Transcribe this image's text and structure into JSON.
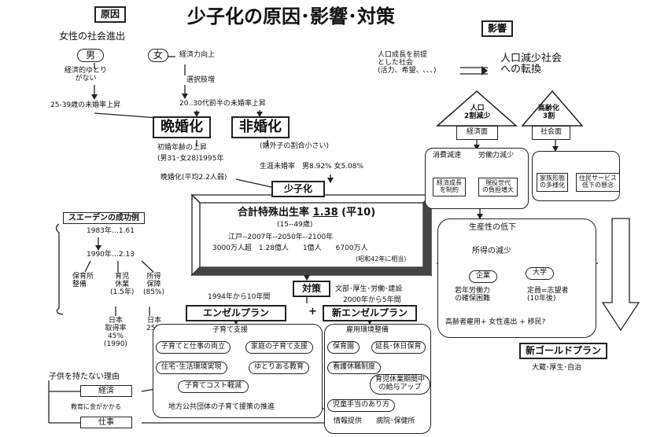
{
  "title": "少子化の原因･影響･対策",
  "labels": {
    "cause": "原因",
    "effect": "影響"
  },
  "cause": {
    "women_society": "女性の社会進出",
    "male": "男",
    "female": "女",
    "male_econ": "経済的ゆとり\nがない",
    "econ_up": "経済力向上",
    "choice": "選択肢増",
    "unmarried_2539": "25-39歳の未婚率上昇",
    "unmarried_2030": "20‥30代前半の未婚率上昇",
    "late_marriage": "晩婚化",
    "non_marriage": "非婚化",
    "first_marriage_age": "初婚年齢の上昇",
    "age_detail": "(男31･女28)1995年",
    "late_marriage_children": "晩婚化(平均2.2人弱)",
    "out_of_wedlock": "(婚外子の割合小さい)",
    "lifetime_unmarried": "生涯未婚率　男8.92%  女5.08%"
  },
  "center": {
    "shoushika": "少子化",
    "tfr_label": "合計特殊出生率",
    "tfr_value": "1.38",
    "tfr_year": "(平10)",
    "age_range": "(15-‐49歳)",
    "population_line": "江戸‐‐2007年‐‐2050年‐‐2100年",
    "population_values": "3000万人超　1.28億人　　1億人　　6700万人",
    "note": "(昭和42年に相当)"
  },
  "sweden": {
    "title": "スエーデンの成功例",
    "y1983": "1983年…1.61",
    "y1990": "1990年…2.13",
    "col1": "保育所\n整備",
    "col2": "育児\n休業\n(1.5年)",
    "col3": "所得\n保障\n(85%)",
    "japan": "日本\n取得率\n45%\n(1990)",
    "japan2": "日本\n25%"
  },
  "policy": {
    "label": "対策",
    "period1": "1994年から10年間",
    "ministries": "文部･厚生･労働･建設",
    "period2": "2000年から5年間",
    "angel": "エンゼルプラン",
    "plus": "+",
    "new_angel": "新エンゼルプラン",
    "left_items": [
      "子育て支援",
      "子育てと仕事の両立",
      "家庭の子育て支援",
      "住宅･生活環境実現",
      "ゆとりある教育",
      "子育てコスト軽減",
      "地方公共団体の子育て援策の推進"
    ],
    "right_items": [
      "雇用環境整備",
      "保育園",
      "延長･休日保育",
      "看護休職制度",
      "育児休業期間中\nの給与アップ",
      "児童手当のあり方",
      "情報提供　　病院･保健所"
    ]
  },
  "no_child": {
    "title": "子供を持たない理由",
    "economy": "経済",
    "education": "教育に金がかかる",
    "work": "仕事"
  },
  "effect": {
    "premise": "人口成長を前提\nとした社会\n(活力、希望、､､､)",
    "shift": "人口減少社会\nへの転換",
    "house1_title": "人口\n2割減少",
    "house1_sub": "経済面",
    "house2_title": "高齢化\n3割",
    "house2_sub": "社会面",
    "consumption": "消費減速",
    "labor": "労働力減少",
    "growth": "経済成長\nを制約",
    "burden": "現役世代\nの負担増大",
    "family": "家族形態\nの多様化",
    "services": "住民サービス\n低下の懸念",
    "productivity": "生産性の低下",
    "income": "所得の減少",
    "corp": "企業",
    "univ": "大学",
    "young_labor": "若年労働力\nの確保困難",
    "capacity": "定員=志望者\n(10年後)",
    "elderly": "高齢者雇用+ 女性進出 + 移民?",
    "gold": "新ゴールドプラン",
    "gold_min": "大蔵･厚生･自治"
  }
}
